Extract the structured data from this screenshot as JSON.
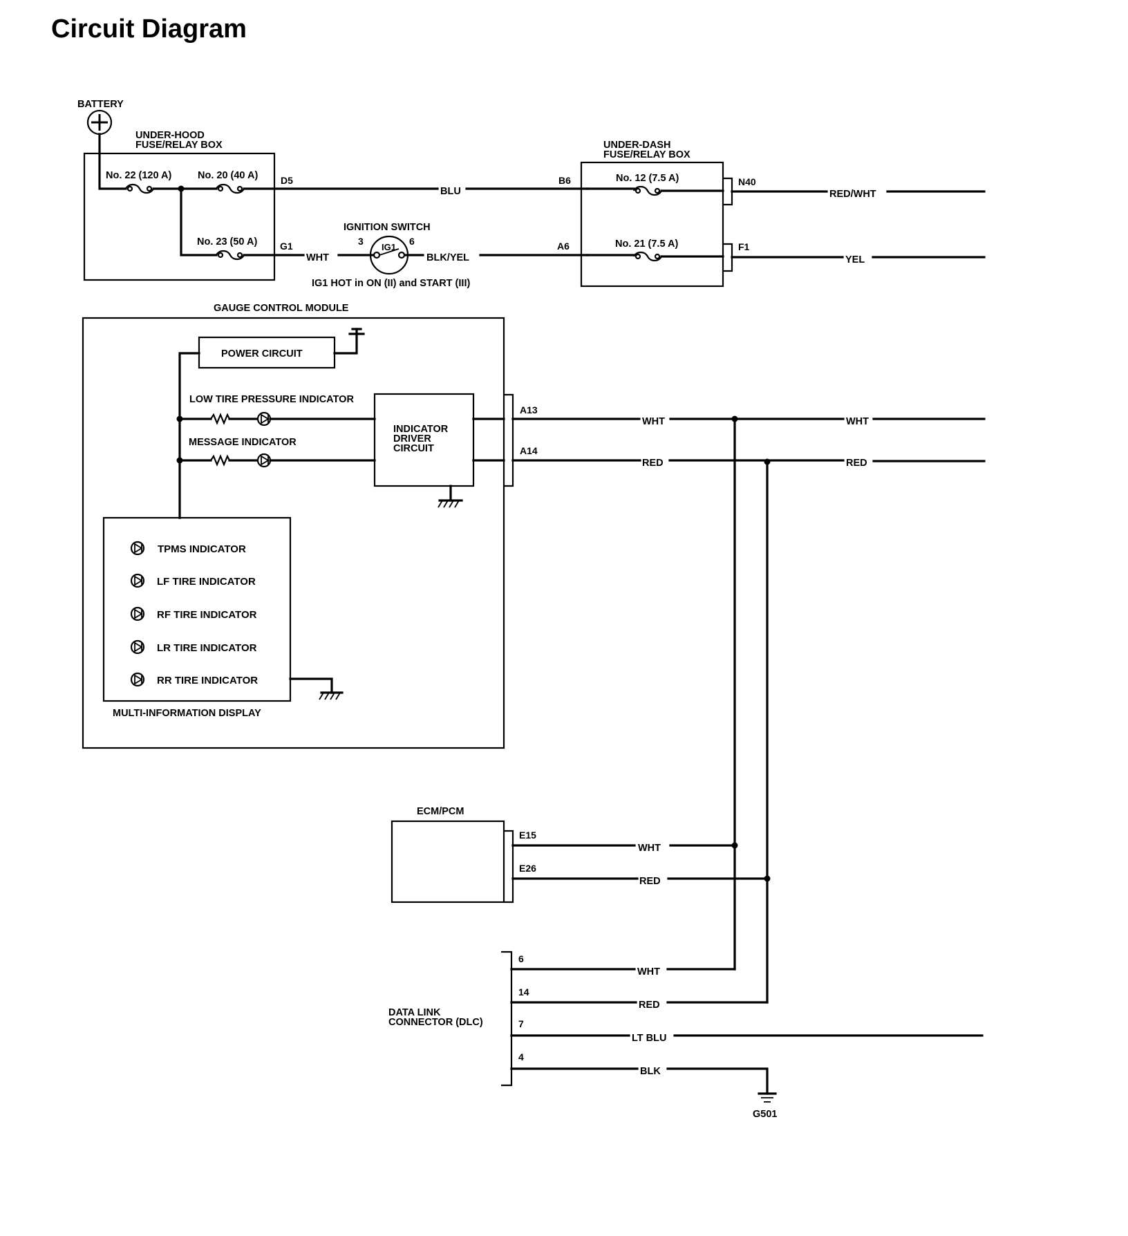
{
  "title": "Circuit Diagram",
  "labels": {
    "battery": "BATTERY",
    "underhood_line1": "UNDER-HOOD",
    "underhood_line2": "FUSE/RELAY BOX",
    "underdash_line1": "UNDER-DASH",
    "underdash_line2": "FUSE/RELAY BOX",
    "ignition_switch": "IGNITION SWITCH",
    "ig1": "IG1",
    "ig1_note": "IG1 HOT in ON (II) and START (III)",
    "gauge_module": "GAUGE CONTROL MODULE",
    "power_circuit": "POWER CIRCUIT",
    "low_tire": "LOW TIRE PRESSURE INDICATOR",
    "message_ind": "MESSAGE INDICATOR",
    "driver_line1": "INDICATOR",
    "driver_line2": "DRIVER",
    "driver_line3": "CIRCUIT",
    "mid_label": "MULTI-INFORMATION DISPLAY",
    "ecm": "ECM/PCM",
    "dlc_line1": "DATA LINK",
    "dlc_line2": "CONNECTOR (DLC)",
    "ground": "G501"
  },
  "fuses": {
    "f22": "No. 22 (120 A)",
    "f20": "No. 20 (40 A)",
    "f23": "No. 23 (50 A)",
    "f12": "No. 12 (7.5 A)",
    "f21": "No. 21 (7.5 A)"
  },
  "pins": {
    "d5": "D5",
    "g1": "G1",
    "b6": "B6",
    "a6": "A6",
    "n40": "N40",
    "f1": "F1",
    "sw3": "3",
    "sw6": "6",
    "a13": "A13",
    "a14": "A14",
    "e15": "E15",
    "e26": "E26",
    "dlc6": "6",
    "dlc14": "14",
    "dlc7": "7",
    "dlc4": "4"
  },
  "wires": {
    "blu": "BLU",
    "wht1": "WHT",
    "blkyel": "BLK/YEL",
    "redwht": "RED/WHT",
    "yel": "YEL",
    "a13_wht": "WHT",
    "a13_wht_out": "WHT",
    "a14_red": "RED",
    "a14_red_out": "RED",
    "e15_wht": "WHT",
    "e26_red": "RED",
    "dlc6_wht": "WHT",
    "dlc14_red": "RED",
    "dlc7_ltblu": "LT BLU",
    "dlc4_blk": "BLK"
  },
  "indicators": [
    "TPMS INDICATOR",
    "LF TIRE INDICATOR",
    "RF TIRE INDICATOR",
    "LR TIRE INDICATOR",
    "RR TIRE INDICATOR"
  ]
}
